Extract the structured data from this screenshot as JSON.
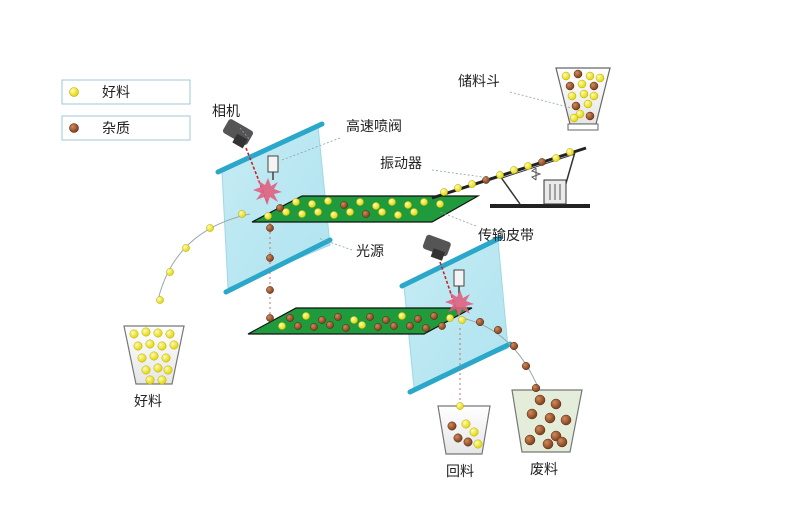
{
  "legend": {
    "good": {
      "label": "好料",
      "color": "#f2ea1c"
    },
    "bad": {
      "label": "杂质",
      "color": "#a0522d"
    }
  },
  "labels": {
    "hopper": "储料斗",
    "camera": "相机",
    "valve": "高速喷阀",
    "vibrator": "振动器",
    "belt": "传输皮带",
    "light": "光源",
    "good_bin": "好料",
    "return_bin": "回料",
    "waste_bin": "废料"
  },
  "colors": {
    "belt": "#1f9a3c",
    "panel": "#7fd3e6",
    "panel_edge": "#2aa7c9",
    "laser": "#cc2222",
    "frame": "#222222"
  }
}
